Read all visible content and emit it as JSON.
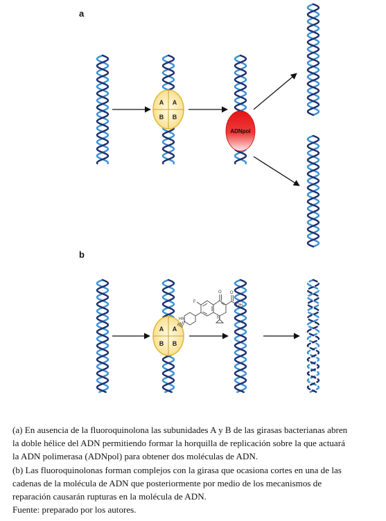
{
  "figure": {
    "panel_a_label": "a",
    "panel_b_label": "b",
    "subunit_a": "A",
    "subunit_b": "B",
    "polymerase_label": "ADNpol",
    "drug_atoms": {
      "fluorine": "F",
      "oxygen": "O",
      "acid": "OH",
      "nitrogen": "N",
      "amine": "HN"
    },
    "colors": {
      "strand_dark": "#1c2f6b",
      "strand_light": "#3a8fd4",
      "gyrase_fill": "#fbe8a6",
      "gyrase_stroke": "#e2b93b",
      "polymerase": "#e01a1a",
      "arrow": "#111111"
    }
  },
  "caption": {
    "lines": [
      "(a) En ausencia de la fluoroquinolona las subunidades A y B de las girasas bacterianas abren",
      "la doble hélice del ADN permitiendo formar la horquilla de replicación sobre la que actuará",
      "la ADN polimerasa (ADNpol) para obtener dos moléculas de ADN.",
      "(b) Las fluoroquinolonas forman complejos con la girasa que ocasiona cortes en una de las",
      "cadenas de la molécula de ADN que posteriormente por medio de los mecanismos de",
      "reparación causarán rupturas en la molécula de ADN.",
      "Fuente: preparado por los autores."
    ]
  }
}
